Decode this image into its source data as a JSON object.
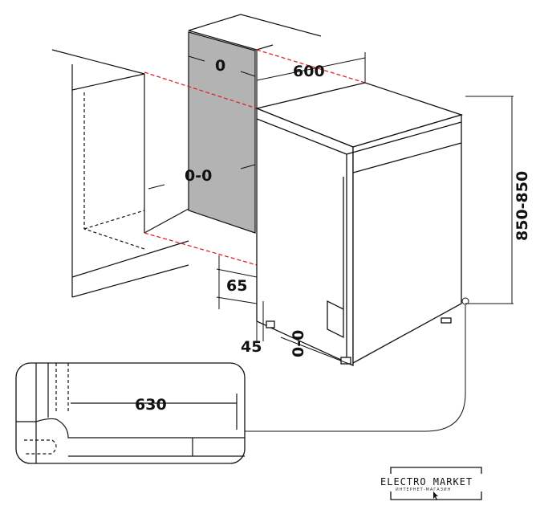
{
  "dimensions": {
    "side_gap": "0",
    "width": "600",
    "height": "850-850",
    "panel_gap": "0-0",
    "plinth_height": "65",
    "plinth_depth": "45",
    "floor_gap": "0-0",
    "depth": "630"
  },
  "logo": {
    "name": "ELECTRO MARKET",
    "subtitle": "ИНТЕРНЕТ-МАГАЗИН"
  },
  "colors": {
    "panel": "#b3b3b3",
    "guide_line": "#e0232a",
    "line": "#111111"
  }
}
